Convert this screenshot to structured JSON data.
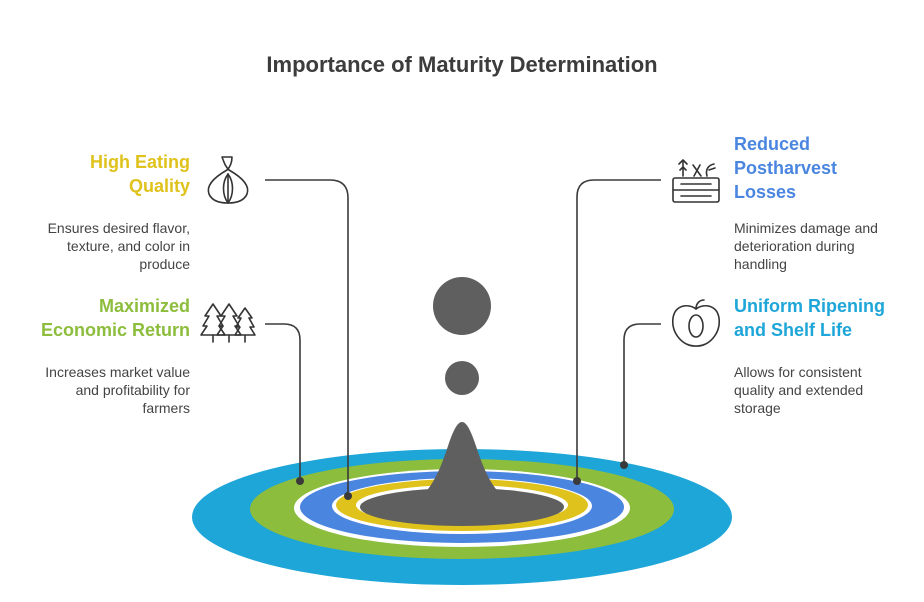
{
  "title": "Importance of Maturity Determination",
  "colors": {
    "yellow": "#e0c21c",
    "green": "#8dbd3c",
    "blue": "#4a86e0",
    "cyan": "#1ea6d8",
    "gray": "#5f5f5f",
    "line": "#3a3a3a"
  },
  "items": [
    {
      "heading": "High Eating Quality",
      "desc": "Ensures desired flavor, texture, and color in produce",
      "icon": "garlic-icon"
    },
    {
      "heading": "Maximized Economic Return",
      "desc": "Increases market value and profitability for farmers",
      "icon": "trees-icon"
    },
    {
      "heading": "Reduced Postharvest Losses",
      "desc": "Minimizes damage and deterioration during handling",
      "icon": "crate-icon"
    },
    {
      "heading": "Uniform Ripening and Shelf Life",
      "desc": "Allows for consistent quality and extended storage",
      "icon": "apple-icon"
    }
  ]
}
